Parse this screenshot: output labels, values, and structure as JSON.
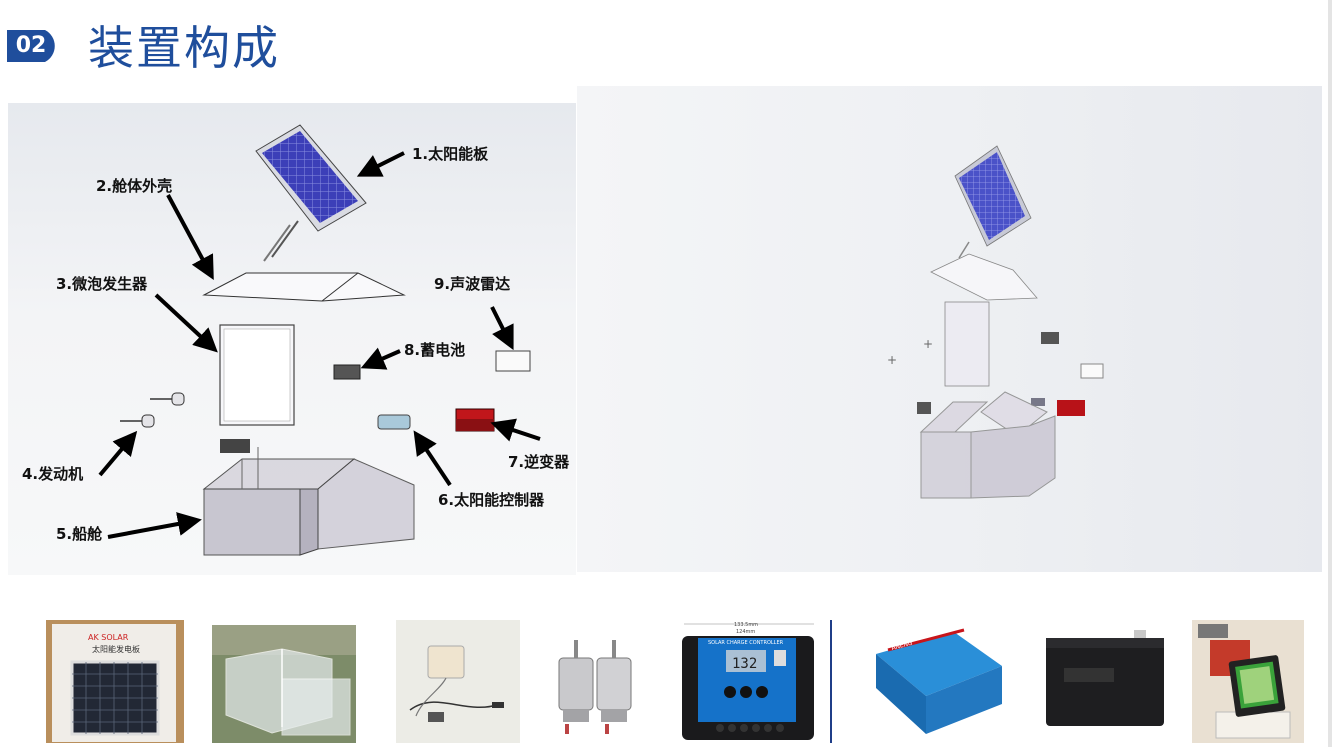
{
  "header": {
    "section_number": "02",
    "title": "装置构成"
  },
  "diagram": {
    "labels": [
      "1.太阳能板",
      "2.舱体外壳",
      "3.微泡发生器",
      "4.发动机",
      "5.船舱",
      "6.太阳能控制器",
      "7.逆变器",
      "8.蓄电池",
      "9.声波雷达"
    ]
  },
  "thumbnails": {
    "solar_panel_brand": "AK SOLAR",
    "solar_panel_text": "太阳能发电板",
    "controller_title": "SOLAR CHARGE CONTROLLER",
    "controller_display": "132",
    "controller_dim_outer": "133.5mm",
    "controller_dim_inner": "124mm",
    "inverter_text": "ANENG"
  },
  "colors": {
    "title_blue": "#1f4e9c",
    "badge_blue": "#1f4e9c",
    "controller_blue": "#1572c9",
    "inverter_blue": "#2a8fd8",
    "inverter_red": "#c8151b"
  }
}
